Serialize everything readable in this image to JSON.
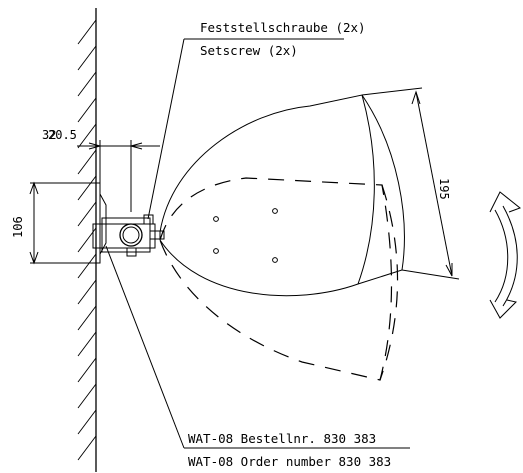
{
  "callouts": {
    "setscrew_de": "Feststellschraube (2x)",
    "setscrew_en": "Setscrew (2x)",
    "order_de": "WAT-08 Bestellnr. 830 383",
    "order_en": "WAT-08 Order number 830 383"
  },
  "dimensions": {
    "bracket_height": "106",
    "reflector_width": "195",
    "wall_offset_a": "32",
    "wall_offset_b": "20.5"
  },
  "colors": {
    "line": "#000000",
    "background": "#ffffff"
  }
}
